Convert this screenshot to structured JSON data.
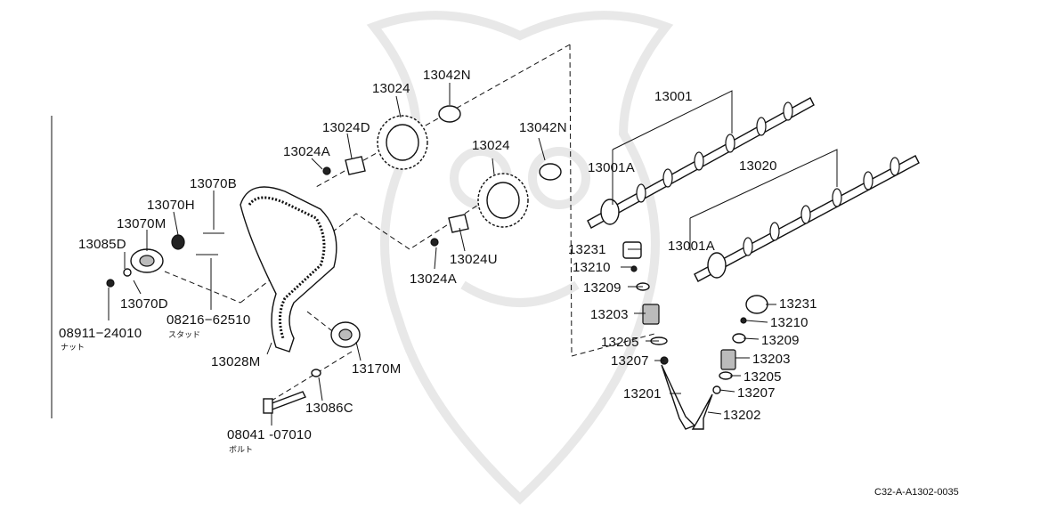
{
  "labels": {
    "p13024_a": "13024",
    "p13042n_a": "13042N",
    "p13024d_a": "13024D",
    "p13024a_a": "13024A",
    "p13070b": "13070B",
    "p13070h": "13070H",
    "p13070m": "13070M",
    "p13085d": "13085D",
    "p13070d": "13070D",
    "p08911": "08911−24010",
    "p08216": "08216−62510",
    "p13028m": "13028M",
    "p13170m": "13170M",
    "p13086c": "13086C",
    "p08041": "08041 -07010",
    "p13024_b": "13024",
    "p13042n_b": "13042N",
    "p13024u": "13024U",
    "p13024a_b": "13024A",
    "p13001": "13001",
    "p13001a_a": "13001A",
    "p13020": "13020",
    "p13001a_b": "13001A",
    "p13231_a": "13231",
    "p13210_a": "13210",
    "p13209_a": "13209",
    "p13203_a": "13203",
    "p13205_a": "13205",
    "p13207_a": "13207",
    "p13201": "13201",
    "p13231_b": "13231",
    "p13210_b": "13210",
    "p13209_b": "13209",
    "p13203_b": "13203",
    "p13205_b": "13205",
    "p13207_b": "13207",
    "p13202": "13202"
  },
  "sublabels": {
    "nut": "ナット",
    "stud": "スタッド",
    "bolt": "ボルト"
  },
  "diagram_code": "C32-A-A1302-0035"
}
